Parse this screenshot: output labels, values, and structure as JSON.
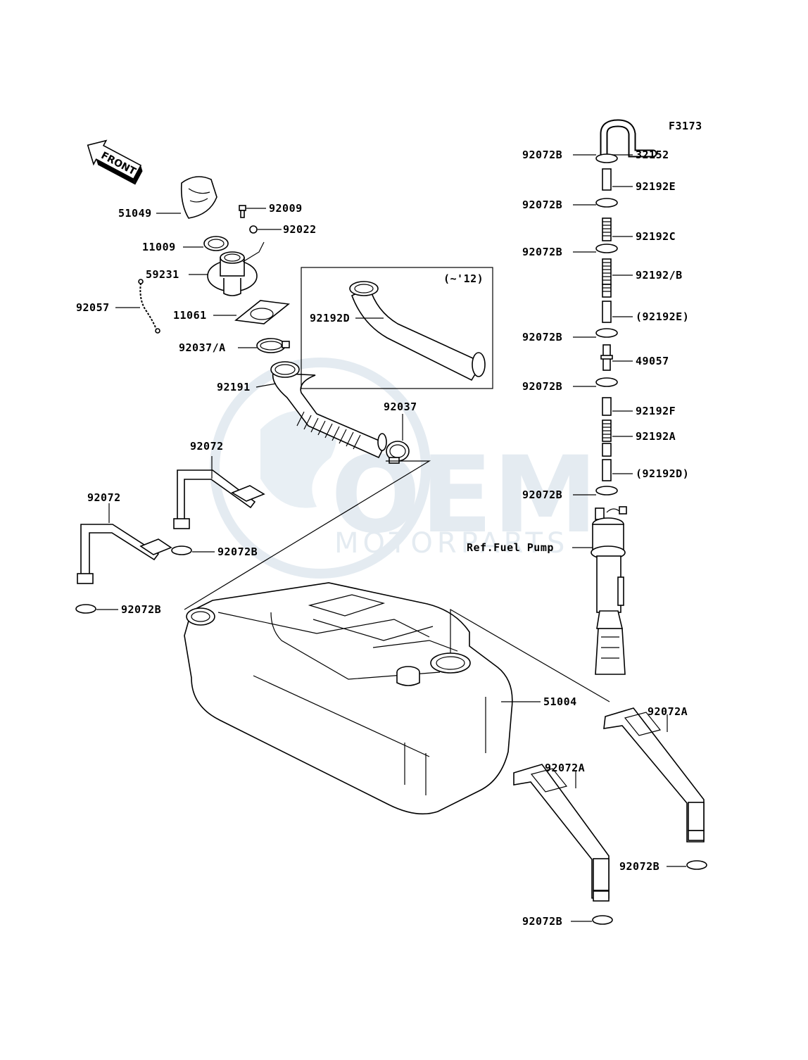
{
  "figure_code": "F3173",
  "front_label": "FRONT",
  "watermark": {
    "logo_text": "OEM",
    "sub_text": "MOTORPARTS"
  },
  "inset_note": "(~'12)",
  "left_labels": [
    {
      "id": "p51049",
      "text": "51049"
    },
    {
      "id": "p92009",
      "text": "92009"
    },
    {
      "id": "p92022",
      "text": "92022"
    },
    {
      "id": "p11009",
      "text": "11009"
    },
    {
      "id": "p59231",
      "text": "59231"
    },
    {
      "id": "p92057",
      "text": "92057"
    },
    {
      "id": "p11061",
      "text": "11061"
    },
    {
      "id": "p92037a",
      "text": "92037/A"
    },
    {
      "id": "p92191",
      "text": "92191"
    },
    {
      "id": "p92192d_inset",
      "text": "92192D"
    },
    {
      "id": "p92037",
      "text": "92037"
    },
    {
      "id": "p92072_1",
      "text": "92072"
    },
    {
      "id": "p92072_2",
      "text": "92072"
    },
    {
      "id": "p92072b_l1",
      "text": "92072B"
    },
    {
      "id": "p92072b_l2",
      "text": "92072B"
    },
    {
      "id": "p51004",
      "text": "51004"
    },
    {
      "id": "p92072a_1",
      "text": "92072A"
    },
    {
      "id": "p92072a_2",
      "text": "92072A"
    },
    {
      "id": "p92072b_r1",
      "text": "92072B"
    },
    {
      "id": "p92072b_r2",
      "text": "92072B"
    }
  ],
  "right_column": [
    {
      "left": "92072B",
      "right": "32152"
    },
    {
      "left": "",
      "right": "92192E"
    },
    {
      "left": "92072B",
      "right": ""
    },
    {
      "left": "",
      "right": "92192C"
    },
    {
      "left": "92072B",
      "right": ""
    },
    {
      "left": "",
      "right": "92192/B"
    },
    {
      "left": "",
      "right": "(92192E)"
    },
    {
      "left": "92072B",
      "right": ""
    },
    {
      "left": "",
      "right": "49057"
    },
    {
      "left": "92072B",
      "right": ""
    },
    {
      "left": "",
      "right": "92192F"
    },
    {
      "left": "",
      "right": "92192A"
    },
    {
      "left": "",
      "right": "(92192D)"
    },
    {
      "left": "92072B",
      "right": ""
    },
    {
      "left": "Ref.Fuel Pump",
      "right": ""
    }
  ],
  "colors": {
    "watermark": "#cfdbe6",
    "line": "#000000",
    "background": "#ffffff"
  }
}
